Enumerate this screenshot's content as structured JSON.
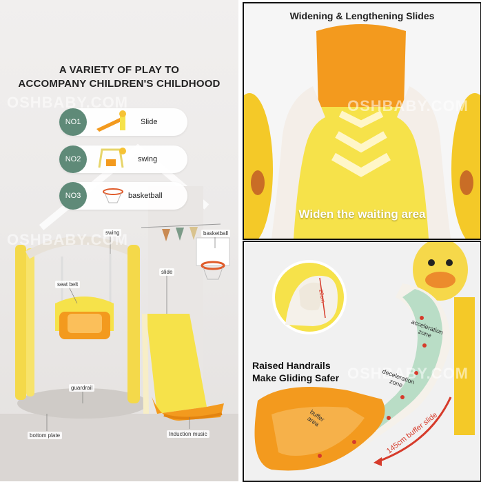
{
  "left_panel": {
    "heading_line1": "A VARIETY OF PLAY TO",
    "heading_line2": "ACCOMPANY CHILDREN'S CHILDHOOD",
    "watermark": "OSHBABY.COM",
    "features": [
      {
        "number": "NO1",
        "label": "Slide"
      },
      {
        "number": "NO2",
        "label": "swing"
      },
      {
        "number": "NO3",
        "label": "basketball"
      }
    ],
    "callouts": {
      "swing": "swing",
      "basketball": "basketball",
      "seat_belt": "seat belt",
      "slide": "slide",
      "guardrail": "guardrail",
      "bottom_plate": "bottom plate",
      "induction_music": "Induction music"
    }
  },
  "top_right_panel": {
    "title": "Widening & Lengthening Slides",
    "caption": "Widen the waiting area",
    "watermark": "OSHBABY.COM"
  },
  "bottom_right_panel": {
    "title_line1": "Raised Handrails",
    "title_line2": "Make Gliding Safer",
    "handrail_height": "20cm",
    "zones": {
      "acceleration_line1": "acceleration",
      "acceleration_line2": "zone",
      "deceleration_line1": "deceleration",
      "deceleration_line2": "zone",
      "buffer_line1": "buffer",
      "buffer_line2": "area"
    },
    "buffer_length": "145cm buffer slide",
    "watermark": "OSHBABY.COM"
  },
  "colors": {
    "teal_badge": "#5f8a78",
    "slide_yellow": "#f6e24a",
    "slide_orange": "#f39a1e",
    "arrow_red": "#d63b2b"
  }
}
